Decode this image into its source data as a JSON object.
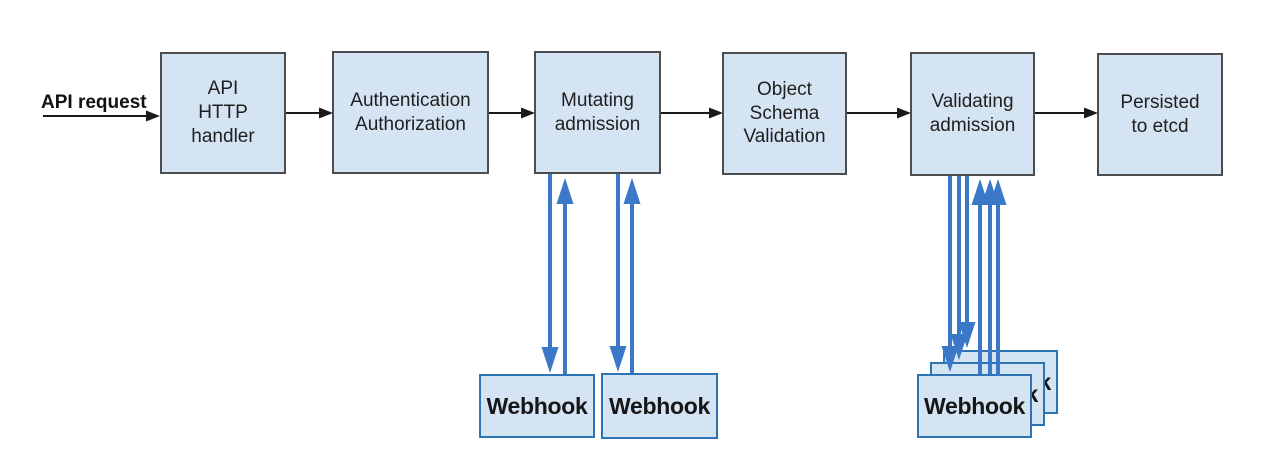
{
  "colors": {
    "box_fill": "#d5e4f3",
    "stage_border": "#4d4d4d",
    "webhook_border": "#2e74b5",
    "connector_black": "#1a1a1a",
    "arrow_blue": "#3b78c8"
  },
  "flow": {
    "request_label": "API request",
    "stages": [
      {
        "id": "api-http-handler",
        "label": "API\nHTTP\nhandler"
      },
      {
        "id": "authentication-authorization",
        "label": "Authentication\nAuthorization"
      },
      {
        "id": "mutating-admission",
        "label": "Mutating\nadmission"
      },
      {
        "id": "object-schema-validation",
        "label": "Object\nSchema\nValidation"
      },
      {
        "id": "validating-admission",
        "label": "Validating\nadmission"
      },
      {
        "id": "persisted-to-etcd",
        "label": "Persisted\nto etcd"
      }
    ],
    "mutating_webhooks": [
      {
        "label": "Webhook"
      },
      {
        "label": "Webhook"
      }
    ],
    "validating_webhooks": [
      {
        "label": "Webhook"
      },
      {
        "label": "Webhook"
      },
      {
        "label": "Webhook"
      }
    ]
  }
}
